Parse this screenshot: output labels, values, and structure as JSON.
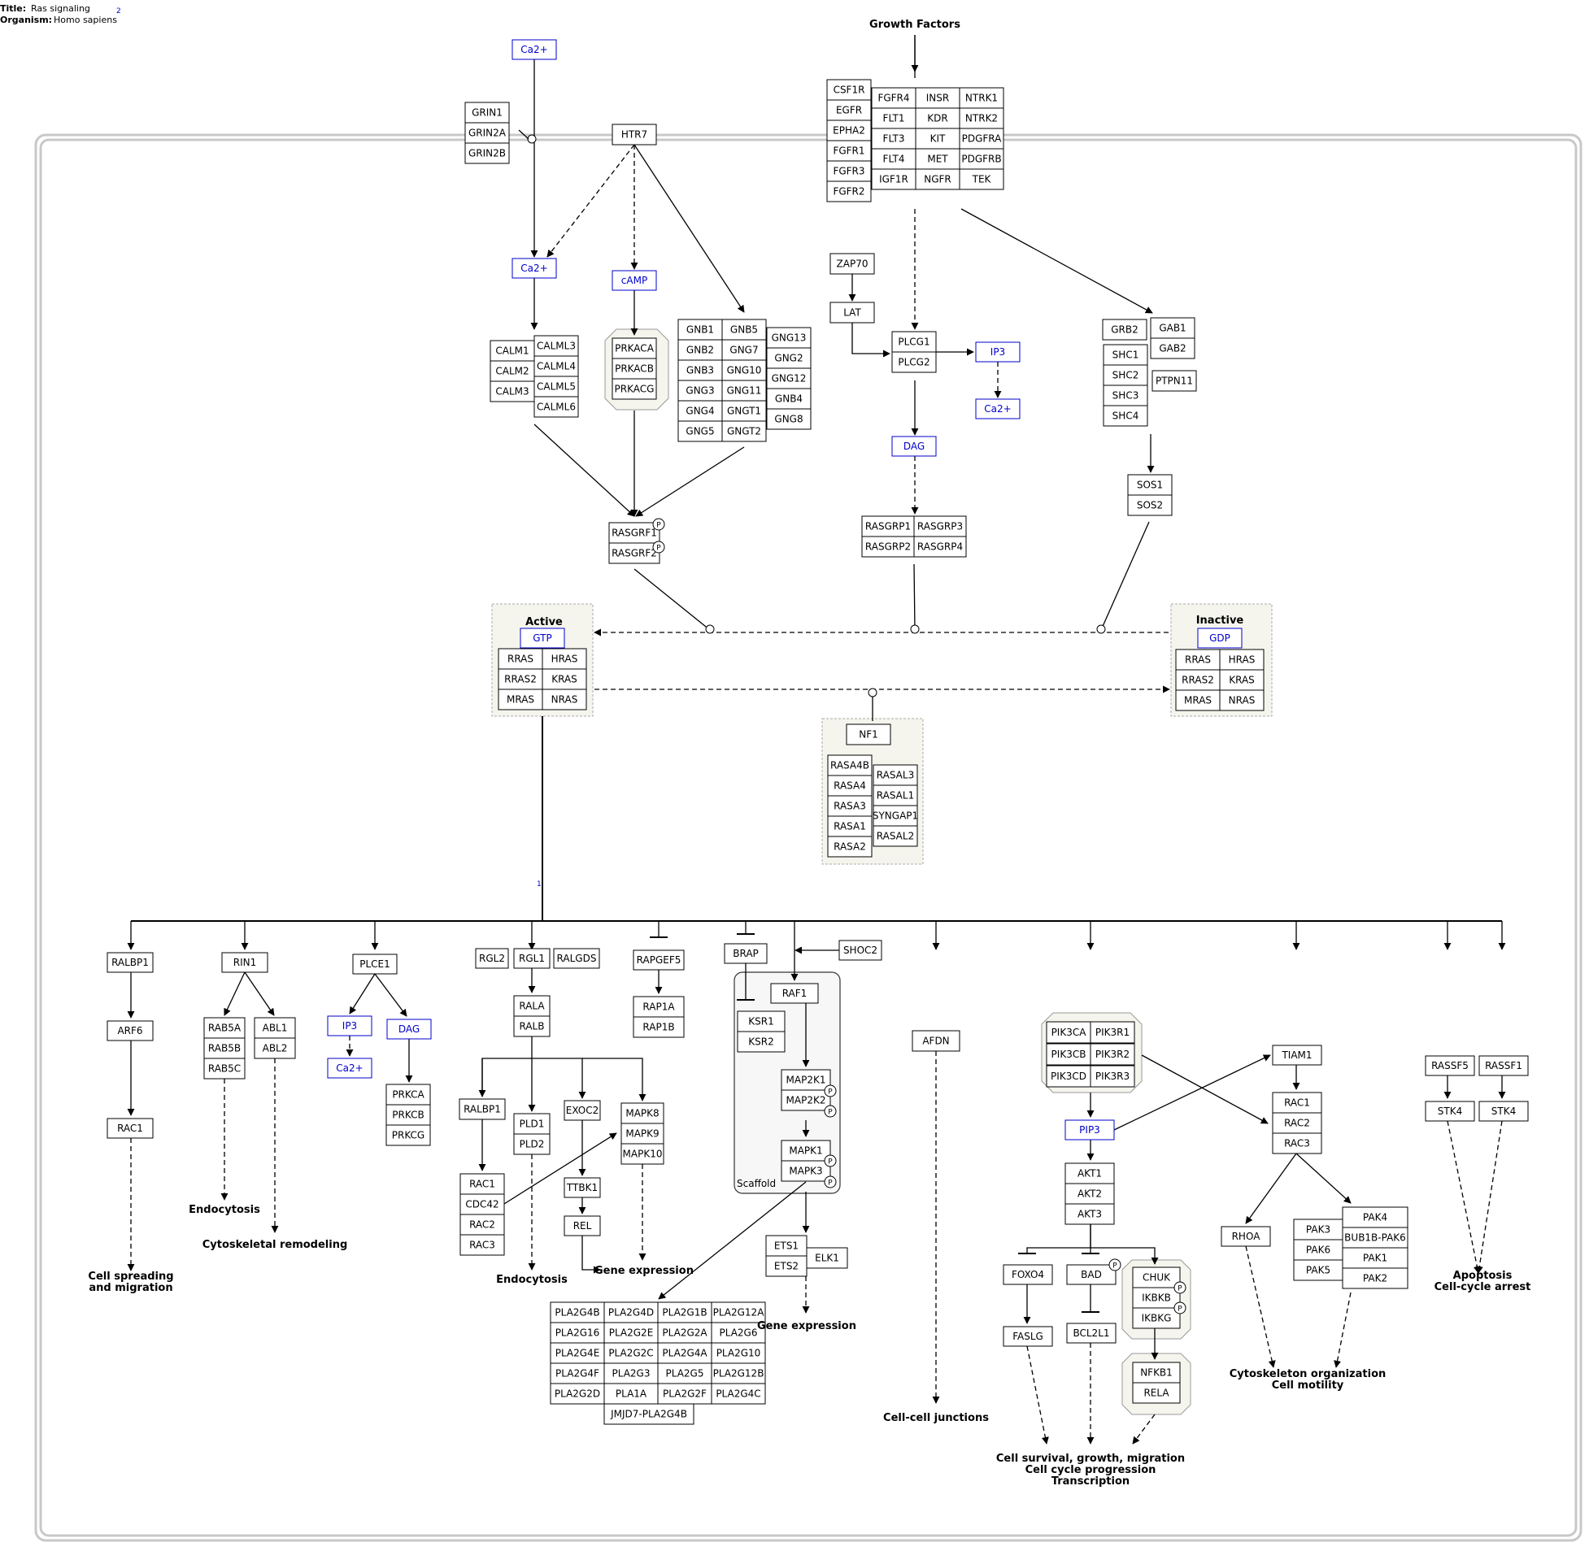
{
  "header": {
    "title_label": "Title:",
    "title": "Ras signaling",
    "organism_label": "Organism:",
    "organism": "Homo sapiens",
    "ref1": "2",
    "ref2": "1"
  },
  "colors": {
    "gene_stroke": "#000000",
    "metabolite": "#0000cc",
    "group_fill": "#f5f5ee",
    "cell_border": "#c8c8c8",
    "scaffold_fill": "#f7f7f7"
  },
  "groups": {
    "active": "Active",
    "inactive": "Inactive",
    "scaffold": "Scaffold"
  },
  "genes": {
    "grin1": "GRIN1",
    "grin2a": "GRIN2A",
    "grin2b": "GRIN2B",
    "htr7": "HTR7",
    "csf1r": "CSF1R",
    "egfr": "EGFR",
    "epha2": "EPHA2",
    "fgfr1": "FGFR1",
    "fgfr3": "FGFR3",
    "fgfr2": "FGFR2",
    "fgfr4": "FGFR4",
    "flt1": "FLT1",
    "flt3": "FLT3",
    "flt4": "FLT4",
    "igf1r": "IGF1R",
    "insr": "INSR",
    "kdr": "KDR",
    "kit": "KIT",
    "met": "MET",
    "ngfr": "NGFR",
    "ntrk1": "NTRK1",
    "ntrk2": "NTRK2",
    "pdgfra": "PDGFRA",
    "pdgfrb": "PDGFRB",
    "tek": "TEK",
    "zap70": "ZAP70",
    "lat": "LAT",
    "plcg1": "PLCG1",
    "plcg2": "PLCG2",
    "grb2": "GRB2",
    "gab1": "GAB1",
    "gab2": "GAB2",
    "shc1": "SHC1",
    "shc2": "SHC2",
    "shc3": "SHC3",
    "shc4": "SHC4",
    "ptpn11": "PTPN11",
    "sos1": "SOS1",
    "sos2": "SOS2",
    "calm1": "CALM1",
    "calm2": "CALM2",
    "calm3": "CALM3",
    "calml3": "CALML3",
    "calml4": "CALML4",
    "calml5": "CALML5",
    "calml6": "CALML6",
    "prkaca": "PRKACA",
    "prkacb": "PRKACB",
    "prkacg": "PRKACG",
    "gnb1": "GNB1",
    "gnb2": "GNB2",
    "gnb3": "GNB3",
    "gng3": "GNG3",
    "gng4": "GNG4",
    "gng5": "GNG5",
    "gnb5": "GNB5",
    "gng7": "GNG7",
    "gng10": "GNG10",
    "gng11": "GNG11",
    "gngt1": "GNGT1",
    "gngt2": "GNGT2",
    "gng13": "GNG13",
    "gng2": "GNG2",
    "gng12": "GNG12",
    "gnb4": "GNB4",
    "gng8": "GNG8",
    "rasgrf1": "RASGRF1",
    "rasgrf2": "RASGRF2",
    "rasgrp1": "RASGRP1",
    "rasgrp3": "RASGRP3",
    "rasgrp2": "RASGRP2",
    "rasgrp4": "RASGRP4",
    "rras": "RRAS",
    "hras": "HRAS",
    "rras2": "RRAS2",
    "kras": "KRAS",
    "mras": "MRAS",
    "nras": "NRAS",
    "nf1": "NF1",
    "rasa4b": "RASA4B",
    "rasa4": "RASA4",
    "rasa3": "RASA3",
    "rasa1": "RASA1",
    "rasa2": "RASA2",
    "rasal3": "RASAL3",
    "rasal1": "RASAL1",
    "syngap1": "SYNGAP1",
    "rasal2": "RASAL2",
    "ralbp1": "RALBP1",
    "arf6": "ARF6",
    "rac1": "RAC1",
    "rin1": "RIN1",
    "rab5a": "RAB5A",
    "rab5b": "RAB5B",
    "rab5c": "RAB5C",
    "abl1": "ABL1",
    "abl2": "ABL2",
    "plce1": "PLCE1",
    "prkca": "PRKCA",
    "prkcb": "PRKCB",
    "prkcg": "PRKCG",
    "rgl2": "RGL2",
    "rgl1": "RGL1",
    "ralgds": "RALGDS",
    "rala": "RALA",
    "ralb": "RALB",
    "pld1": "PLD1",
    "pld2": "PLD2",
    "exoc2": "EXOC2",
    "ttbk1": "TTBK1",
    "rel": "REL",
    "mapk8": "MAPK8",
    "mapk9": "MAPK9",
    "mapk10": "MAPK10",
    "rac1b": "RAC1",
    "cdc42": "CDC42",
    "rac2": "RAC2",
    "rac3": "RAC3",
    "rapgef5": "RAPGEF5",
    "rap1a": "RAP1A",
    "rap1b": "RAP1B",
    "brap": "BRAP",
    "shoc2": "SHOC2",
    "raf1": "RAF1",
    "ksr1": "KSR1",
    "ksr2": "KSR2",
    "map2k1": "MAP2K1",
    "map2k2": "MAP2K2",
    "mapk1": "MAPK1",
    "mapk3": "MAPK3",
    "ets1": "ETS1",
    "ets2": "ETS2",
    "elk1": "ELK1",
    "pla2g4b": "PLA2G4B",
    "pla2g4d": "PLA2G4D",
    "pla2g1b": "PLA2G1B",
    "pla2g12a": "PLA2G12A",
    "pla2g16": "PLA2G16",
    "pla2g2e": "PLA2G2E",
    "pla2g2a": "PLA2G2A",
    "pla2g6": "PLA2G6",
    "pla2g4e": "PLA2G4E",
    "pla2g2c": "PLA2G2C",
    "pla2g4a": "PLA2G4A",
    "pla2g10": "PLA2G10",
    "pla2g4f": "PLA2G4F",
    "pla2g3": "PLA2G3",
    "pla2g5": "PLA2G5",
    "pla2g12b": "PLA2G12B",
    "pla2g2d": "PLA2G2D",
    "pla1a": "PLA1A",
    "pla2g2f": "PLA2G2F",
    "pla2g4c": "PLA2G4C",
    "jmjd7": "JMJD7-PLA2G4B",
    "afdn": "AFDN",
    "pik3ca": "PIK3CA",
    "pik3r1": "PIK3R1",
    "pik3cb": "PIK3CB",
    "pik3r2": "PIK3R2",
    "pik3cd": "PIK3CD",
    "pik3r3": "PIK3R3",
    "akt1": "AKT1",
    "akt2": "AKT2",
    "akt3": "AKT3",
    "foxo4": "FOXO4",
    "faslg": "FASLG",
    "bad": "BAD",
    "bcl2l1": "BCL2L1",
    "chuk": "CHUK",
    "ikbkb": "IKBKB",
    "ikbkg": "IKBKG",
    "nfkb1": "NFKB1",
    "rela": "RELA",
    "tiam1": "TIAM1",
    "rac1c": "RAC1",
    "rac2c": "RAC2",
    "rac3c": "RAC3",
    "rhoa": "RHOA",
    "pak3": "PAK3",
    "pak6": "PAK6",
    "pak5": "PAK5",
    "pak4": "PAK4",
    "bub1b": "BUB1B-PAK6",
    "pak1": "PAK1",
    "pak2": "PAK2",
    "rassf5": "RASSF5",
    "rassf1": "RASSF1",
    "stk4a": "STK4",
    "stk4b": "STK4"
  },
  "metabolites": {
    "ca_top": "Ca2+",
    "ca_mid": "Ca2+",
    "camp": "cAMP",
    "ip3_top": "IP3",
    "ca_right": "Ca2+",
    "dag_top": "DAG",
    "gtp": "GTP",
    "gdp": "GDP",
    "ip3_low": "IP3",
    "dag_low": "DAG",
    "ca_low": "Ca2+",
    "pip3": "PIP3"
  },
  "labels": {
    "growth_factors": "Growth Factors",
    "endocytosis1": "Endocytosis",
    "cyto_remodel": "Cytoskeletal remodeling",
    "cell_spread1": "Cell spreading",
    "cell_spread2": "and migration",
    "endocytosis2": "Endocytosis",
    "gene_expr1": "Gene expression",
    "gene_expr2": "Gene expression",
    "cell_junctions": "Cell-cell junctions",
    "survival1": "Cell survival, growth, migration",
    "survival2": "Cell cycle progression",
    "survival3": "Transcription",
    "cyto_org1": "Cytoskeleton organization",
    "cyto_org2": "Cell motility",
    "apoptosis1": "Apoptosis",
    "apoptosis2": "Cell-cycle arrest"
  },
  "phospho": "P"
}
